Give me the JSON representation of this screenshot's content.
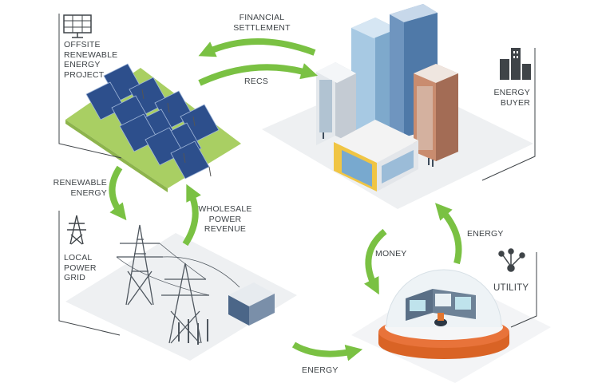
{
  "labels": {
    "offsite_project": "OFFSITE\nRENEWABLE\nENERGY\nPROJECT",
    "energy_buyer": "ENERGY\nBUYER",
    "financial_settlement": "FINANCIAL\nSETTLEMENT",
    "recs": "RECs",
    "renewable_energy": "RENEWABLE\nENERGY",
    "wholesale_power_revenue": "WHOLESALE\nPOWER\nREVENUE",
    "local_power_grid": "LOCAL\nPOWER\nGRID",
    "money": "MONEY",
    "energy_to_buyer": "ENERGY",
    "utility": "UTILITY",
    "energy_to_utility": "ENERGY"
  },
  "icons": {
    "solar": "solar-panel-icon",
    "buyer": "city-buildings-icon",
    "grid": "transmission-tower-icon",
    "utility": "network-node-icon"
  },
  "colors": {
    "arrow": "#7ac143",
    "text": "#3f4448",
    "ground": "#eef0f2",
    "grass": "#a9cf63",
    "panel": "#2d4f8c",
    "utility_base": "#e8733a"
  }
}
